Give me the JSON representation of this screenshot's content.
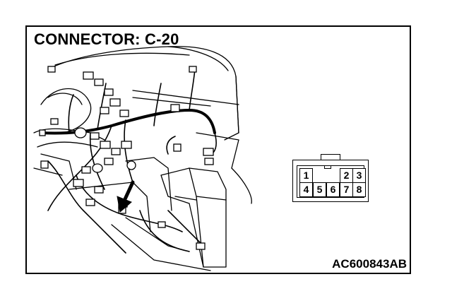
{
  "title": "CONNECTOR: C-20",
  "figure_code": "AC600843AB",
  "connector": {
    "pins": [
      {
        "id": "pin-1",
        "label": "1"
      },
      {
        "id": "pin-2",
        "label": "2"
      },
      {
        "id": "pin-3",
        "label": "3"
      },
      {
        "id": "pin-4",
        "label": "4"
      },
      {
        "id": "pin-5",
        "label": "5"
      },
      {
        "id": "pin-6",
        "label": "6"
      },
      {
        "id": "pin-7",
        "label": "7"
      },
      {
        "id": "pin-8",
        "label": "8"
      }
    ]
  }
}
